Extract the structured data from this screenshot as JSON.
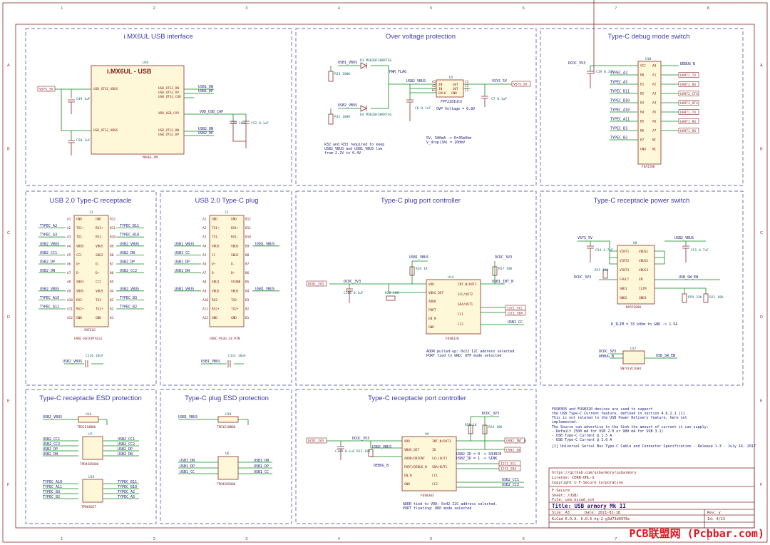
{
  "grid": {
    "cols": [
      "1",
      "2",
      "3",
      "4",
      "5",
      "6",
      "7",
      "8"
    ],
    "rows": [
      "A",
      "B",
      "C",
      "D",
      "E",
      "F"
    ]
  },
  "sections": {
    "imx_usb": "i.MX6UL USB interface",
    "ovp": "Over voltage protection",
    "debug_switch": "Type-C debug mode switch",
    "usb2_receptacle": "USB 2.0 Type-C receptacle",
    "usb2_plug": "USB 2.0 Type-C plug",
    "plug_controller": "Type-C plug port controller",
    "power_switch": "Type-C receptacle power switch",
    "rec_esd": "Type-C receptacle ESD protection",
    "plug_esd": "Type-C plug ESD protection",
    "rec_controller": "Type-C receptacle port controller"
  },
  "imx": {
    "ref": "U2H",
    "name": "i.MX6UL - USB",
    "value": "MX6UL-VM",
    "pins_left": [
      "USB_OTG1_VBUS",
      "USB_OTG2_VBUS"
    ],
    "pins_right": [
      "USB_OTG1_DN",
      "USB_OTG1_DP",
      "USB_OTG1_CHD",
      "VDD_USB_CAP",
      "USB_OTG2_DN",
      "USB_OTG2_DP"
    ],
    "nets": [
      "VSYS_5V",
      "USB1_DN",
      "USB1_DP",
      "VDD_USB_CAP",
      "USB2_DN",
      "USB2_DP"
    ],
    "caps": [
      "C49 1uF",
      "C50 1uF",
      "C53 10uF",
      "C52 0.1uF"
    ]
  },
  "ovp": {
    "ref": "U5",
    "name": "FPF2281UCX",
    "nets": [
      "USB1_VBUS",
      "USB2_VBUS",
      "PWR_FLAG",
      "VSYS_5V"
    ],
    "parts": [
      "R33 100K",
      "R32 100K",
      "D3 MSB20F30NXTSG",
      "D4 MSB20F30NXTSG",
      "C6 0.1uF",
      "C7 0.1uF"
    ],
    "pins": [
      "A1",
      "A2",
      "B1",
      "B2",
      "C1",
      "C2",
      "C3"
    ],
    "pinnames": [
      "IN",
      "IN",
      "OVLO",
      "GND",
      "OUT",
      "OUT"
    ],
    "ovp_voltage": "OVP Voltage = 6.8V",
    "note1": "R32 and R33 required to keep",
    "note2": "USB2_VBUS and USB1_VBUS low",
    "note3": "from 2.2V to 0.4V",
    "spec1": "5V, 500mA -> R=35mOhm",
    "spec2": "V_drop(3A) = 100mV"
  },
  "debug": {
    "ref": "U18",
    "name": "FSA1208",
    "cap": "C19 0.1uF",
    "left_nets": [
      "DCDC_3V3",
      "TYPEC_A2",
      "TYPEC_A3",
      "TYPEC_B11",
      "TYPEC_B10",
      "TYPEC_A10",
      "TYPEC_A11",
      "TYPEC_B3",
      "TYPEC_B2"
    ],
    "left_pins": [
      "VCC",
      "B0",
      "B1",
      "B2",
      "B3",
      "B4",
      "B5",
      "B6",
      "B7",
      "GND"
    ],
    "right_pins": [
      "A0",
      "A1",
      "A2",
      "A3",
      "A4",
      "A5",
      "A6",
      "A7",
      "NC",
      "NC"
    ],
    "right_nets": [
      "DEBUG_B",
      "UART2_TX",
      "UART2_RX",
      "UART2_CTS",
      "UART2_RTS",
      "UART1_TX",
      "UART1_RX",
      "UART1_RX"
    ]
  },
  "receptacle": {
    "ref": "J3",
    "name": "USBC-RECEPTACLE",
    "shield": "SHIELD",
    "left_pins": [
      "A1",
      "A2",
      "A3",
      "A4",
      "A5",
      "A6",
      "A7",
      "A8",
      "A9",
      "A10",
      "A11",
      "A12"
    ],
    "left_names": [
      "GND",
      "TX1+",
      "TX1-",
      "VBUS",
      "CC1",
      "D+",
      "D-",
      "SBU1",
      "VBUS",
      "RX2-",
      "RX2+",
      "GND"
    ],
    "right_pins": [
      "B12",
      "B11",
      "B10",
      "B9",
      "B8",
      "B7",
      "B6",
      "B5",
      "B4",
      "B3",
      "B2",
      "B1"
    ],
    "right_names": [
      "GND",
      "RX1+",
      "RX1-",
      "VBUS",
      "SBU2",
      "D-",
      "D+",
      "CC2",
      "VBUS",
      "TX2-",
      "TX2+",
      "GND"
    ],
    "left_nets": [
      "TYPEC_A2",
      "TYPEC_A3",
      "USB2_VBUS",
      "USB2_CC1",
      "USB2_DP",
      "USB2_DN",
      "USB2_VBUS",
      "TYPEC_A10",
      "TYPEC_A11"
    ],
    "right_nets": [
      "TYPEC_B11",
      "TYPEC_B10",
      "USB2_VBUS",
      "USB2_DN",
      "USB2_DP",
      "USB2_CC2",
      "USB2_VBUS",
      "TYPEC_B3",
      "TYPEC_B2"
    ],
    "cap": "C110 10uF",
    "cap_net": "USB2_VBUS"
  },
  "plug": {
    "ref": "J2",
    "name": "USBC-PLUG_24_PIN",
    "left_pins": [
      "A1",
      "A2",
      "A3",
      "A4",
      "A5",
      "A6",
      "A7",
      "A8",
      "A9",
      "A10",
      "A11",
      "A12"
    ],
    "left_names": [
      "GND",
      "TX1+",
      "TX1-",
      "VBUS",
      "CC",
      "D+",
      "D-",
      "SBU1",
      "VBUS",
      "RX2-",
      "RX2+",
      "GND"
    ],
    "right_pins": [
      "B12",
      "B11",
      "B10",
      "B9",
      "B8",
      "B7",
      "B6",
      "B5",
      "B4",
      "B3",
      "B2",
      "B1"
    ],
    "right_names": [
      "GND",
      "RX1+",
      "RX1-",
      "VBUS",
      "SBU2",
      "D-",
      "D+",
      "VCONN",
      "VBUS",
      "TX2-",
      "TX2+",
      "GND"
    ],
    "left_nets": [
      "USB1_VBUS",
      "USB1_CC",
      "USB1_DP",
      "USB1_DN",
      "USB1_VBUS"
    ],
    "right_nets": [
      "USB1_VBUS",
      "USB1_VBUS"
    ],
    "cap": "C111 10uF",
    "cap_net": "USB1_VBUS"
  },
  "plug_ctrl": {
    "ref": "U14",
    "name": "FUSB320",
    "left_pins": [
      "VDD",
      "VBUS_DET",
      "ADDR",
      "PORT",
      "EN_N",
      "GND"
    ],
    "right_pins": [
      "INT_N/OUT3",
      "SCL/OUT2",
      "SDA/OUT1",
      "CC1",
      "CC2"
    ],
    "nets": [
      "DCDC_3V3",
      "DCDC_3V3",
      "USB1_VBUS",
      "DCDC_3V3",
      "USB1_INT_N",
      "I2C1_SCL",
      "I2C1_SDA",
      "USB1_CC"
    ],
    "parts": [
      "R34 1K",
      "R57 10K",
      "R20 10K",
      "C108 0.1uF"
    ],
    "note1": "ADDR pulled-up: 0x22 I2C address selected.",
    "note2": "PORT tied to GND: UFP mode selected"
  },
  "power": {
    "ref": "U8",
    "name": "NX5P3090",
    "left_pins": [
      "VINT1",
      "VINT2",
      "VINT3",
      "FAULT",
      "GND1",
      "GND2"
    ],
    "right_pins": [
      "VBUS1",
      "VBUS2",
      "VBUS3",
      "EN",
      "ILIM",
      "GND3"
    ],
    "nets": [
      "VSYS_5V",
      "USB2_VBUS",
      "DCDC_3V3",
      "USB_SW_EN"
    ],
    "parts": [
      "C54 4.7uF",
      "C51 4.7uF",
      "R25 10K",
      "R59 33K",
      "R21 10K"
    ],
    "note": "R_ILIM = 33 kOhm to GND -> 1.5A",
    "logic_ref": "U17",
    "logic_name": "SN74LVC1G04",
    "logic_nets": [
      "DCDC_3V3",
      "DEBUG_B",
      "USB_SW_EN"
    ]
  },
  "rec_esd": {
    "refs": [
      "U16",
      "U7",
      "U19"
    ],
    "names": [
      "TPD1E10B06",
      "TPD4E05U06",
      "TPD8S01T"
    ],
    "nets_u16": [
      "USB2_VBUS"
    ],
    "nets_u7_left": [
      "USB2_CC1",
      "USB2_CC2",
      "USB2_DP",
      "USB2_DN"
    ],
    "nets_u7_right": [
      "USB2_CC1",
      "USB2_CC2",
      "USB2_DP",
      "USB2_DN"
    ],
    "nets_u19_left": [
      "TYPEC_A10",
      "TYPEC_A11",
      "TYPEC_B3",
      "TYPEC_B2"
    ],
    "nets_u19_right": [
      "TYPEC_B11",
      "TYPEC_B10",
      "TYPEC_A2",
      "TYPEC_A3"
    ]
  },
  "plug_esd": {
    "refs": [
      "U10",
      "U6"
    ],
    "names": [
      "TPD1E10B06",
      "TPD4E05U06"
    ],
    "nets_left": [
      "USB1_VBUS",
      "USB1_DN",
      "USB1_DP",
      "USB1_CC"
    ],
    "nets_right": [
      "USB1_DN",
      "USB1_DP",
      "USB1_CC"
    ]
  },
  "rec_ctrl": {
    "ref": "U9",
    "name": "FUSB303",
    "left_pins": [
      "VDD",
      "VBUS_DET",
      "ADDR/ORIENT",
      "PORT/DEBUG_N",
      "EN_N",
      "GND"
    ],
    "right_pins": [
      "INT_N/OUT3",
      "ID",
      "SCL/OUT2",
      "SDA/OUT1",
      "CC1",
      "CC2"
    ],
    "nets": [
      "DCDC_3V3",
      "DCDC_3V3",
      "USB2_VBUS",
      "DEBUG_B",
      "USB2_INT_N",
      "USB2_ID",
      "I2C1_SCL",
      "I2C1_SDA",
      "USB2_CC1",
      "USB2_CC2"
    ],
    "parts": [
      "R58 1K",
      "R24 10K",
      "R23 10K",
      "C109 0.1uF"
    ],
    "id1": "USB2_ID = 0 -> SOURCE",
    "id2": "USB2_ID = 1 -> SINK",
    "note1": "ADDR tied to VDD: 0x42 I2C address selected.",
    "note2": "PORT floating: DRP mode selected"
  },
  "notes": {
    "lines": [
      "FUSB303 and FUSB320 devices are used to support",
      "the USB Type-C Current feature, defined in section 4.6.2.1 [1]",
      "This is not related to the USB Power Delivery feature, here not",
      "implemented.",
      "The Source can advertise to the Sink the amount of current it can supply:",
      "- Default (500 mA for USB 2.0 or 900 mA for USB 3.1)",
      "- USB Type-C Current @ 1.5 A",
      "- USB Type-C Current @ 3.0 A",
      "[1] Universal Serial Bus Type-C Cable and Connector Specification - Release 1.3 - July 14, 2017"
    ]
  },
  "title_block": {
    "url": "https://github.com/usbarmory/usbarmory",
    "license": "License: CERN-OHL-S",
    "copyright": "Copyright © F-Secure Corporation",
    "company": "F-Secure",
    "sheet": "Sheet: /USB/",
    "file": "File: usb.kicad_sch",
    "title": "Title: USB armory Mk II",
    "size": "Size: A3",
    "date": "Date: 2021-02-18",
    "rev": "Rev: y",
    "kicad": "KiCad E.D.A. 6.0.6-hq-2-g3d73d9976e",
    "id": "Id: 4/13"
  },
  "watermark": "PCB联盟网 (Pcbbar.com)"
}
